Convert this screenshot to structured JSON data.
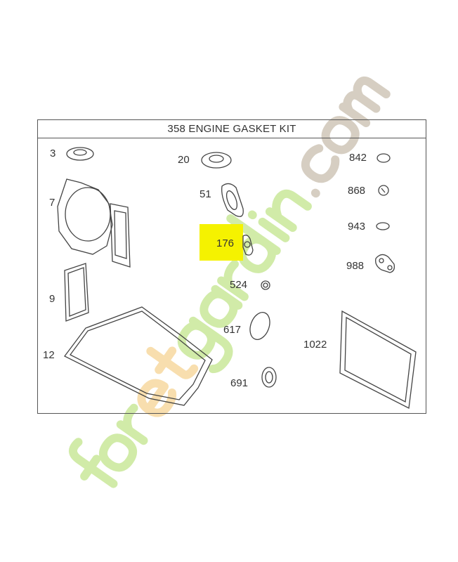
{
  "title": "358 ENGINE GASKET KIT",
  "highlight_color": "#f5f200",
  "highlighted_part": "176",
  "parts": [
    {
      "ref": "3",
      "shape": "seal-ring"
    },
    {
      "ref": "20",
      "shape": "seal-ring"
    },
    {
      "ref": "842",
      "shape": "o-ring"
    },
    {
      "ref": "7",
      "shape": "cylinder-head-gasket"
    },
    {
      "ref": "51",
      "shape": "intake-gasket"
    },
    {
      "ref": "868",
      "shape": "small-seal"
    },
    {
      "ref": "943",
      "shape": "o-ring"
    },
    {
      "ref": "176",
      "shape": "small-gasket"
    },
    {
      "ref": "988",
      "shape": "shaped-gasket"
    },
    {
      "ref": "9",
      "shape": "rectangular-gasket"
    },
    {
      "ref": "524",
      "shape": "small-seal"
    },
    {
      "ref": "617",
      "shape": "o-ring"
    },
    {
      "ref": "12",
      "shape": "crankcase-gasket"
    },
    {
      "ref": "1022",
      "shape": "cover-gasket"
    },
    {
      "ref": "691",
      "shape": "seal-ring"
    }
  ],
  "watermark": {
    "text_a": "for",
    "text_b": "et",
    "text_c": "gardin",
    "text_d": ".com",
    "colors": [
      "#c9e89a",
      "#f7d9a0",
      "#c9e89a",
      "#cfc6b8"
    ]
  }
}
